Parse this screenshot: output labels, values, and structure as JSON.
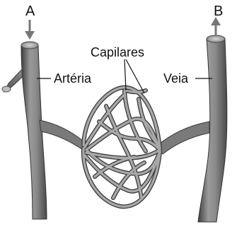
{
  "labels": {
    "a": "A",
    "b": "B",
    "capilares": "Capilares",
    "arteria": "Artéria",
    "veia": "Veia"
  },
  "colors": {
    "vessel_dark": "#3a3a3a",
    "vessel_mid": "#7f7f7f",
    "vessel_light": "#bdbdbd",
    "ink": "#111111"
  }
}
